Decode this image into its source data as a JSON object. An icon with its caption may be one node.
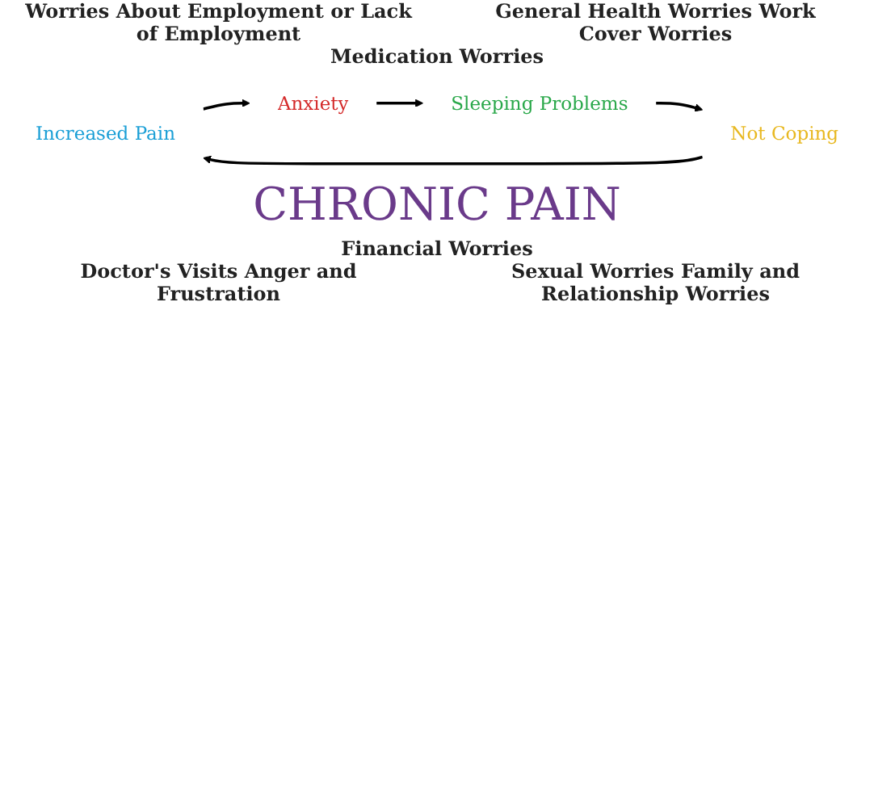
{
  "diagram": {
    "nodes": [
      {
        "text": [
          "Increased Pain"
        ]
      },
      {
        "text": [
          "Anxiety"
        ]
      },
      {
        "text": [
          "Sleeping Problems"
        ]
      },
      {
        "text": [
          "Not Coping"
        ]
      }
    ],
    "edges": [
      {
        "from": 0,
        "to": 1,
        "arrow": "to"
      },
      {
        "from": 1,
        "to": 2,
        "arrow": "to"
      },
      {
        "from": 2,
        "to": 3,
        "arrow": "to"
      },
      {
        "from": 3,
        "to": 0,
        "arrow": "to"
      }
    ],
    "labels": [
      "Worries About Employment or Lack of Employment",
      "General Health Worries Work Cover Worries",
      "Medication Worries",
      "CHRONIC PAIN",
      "Financial Worries",
      "Doctor's Visits Anger and Frustration",
      "Sexual Worries Family and Relationship Worries"
    ]
  }
}
